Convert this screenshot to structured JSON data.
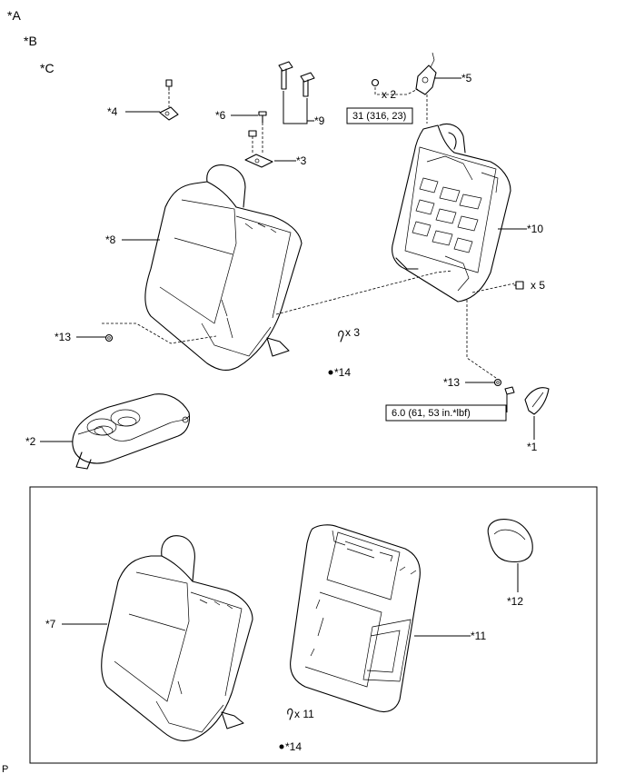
{
  "symbols": {
    "a": "*A",
    "b": "*B",
    "c": "*C"
  },
  "labels": {
    "l1": "*1",
    "l2": "*2",
    "l3": "*3",
    "l4": "*4",
    "l5": "*5",
    "l6": "*6",
    "l7": "*7",
    "l8": "*8",
    "l9": "*9",
    "l10": "*10",
    "l11": "*11",
    "l12": "*12",
    "l13a": "*13",
    "l13b": "*13",
    "l14a": "*14",
    "l14b": "*14"
  },
  "quantities": {
    "q2": "x 2",
    "q3": "x 3",
    "q5": "x 5",
    "q11": "x 11"
  },
  "torque": {
    "t1": "31 (316, 23)",
    "t2": "6.0 (61, 53 in.*lbf)"
  },
  "legend_marks": {
    "m1": "P"
  }
}
